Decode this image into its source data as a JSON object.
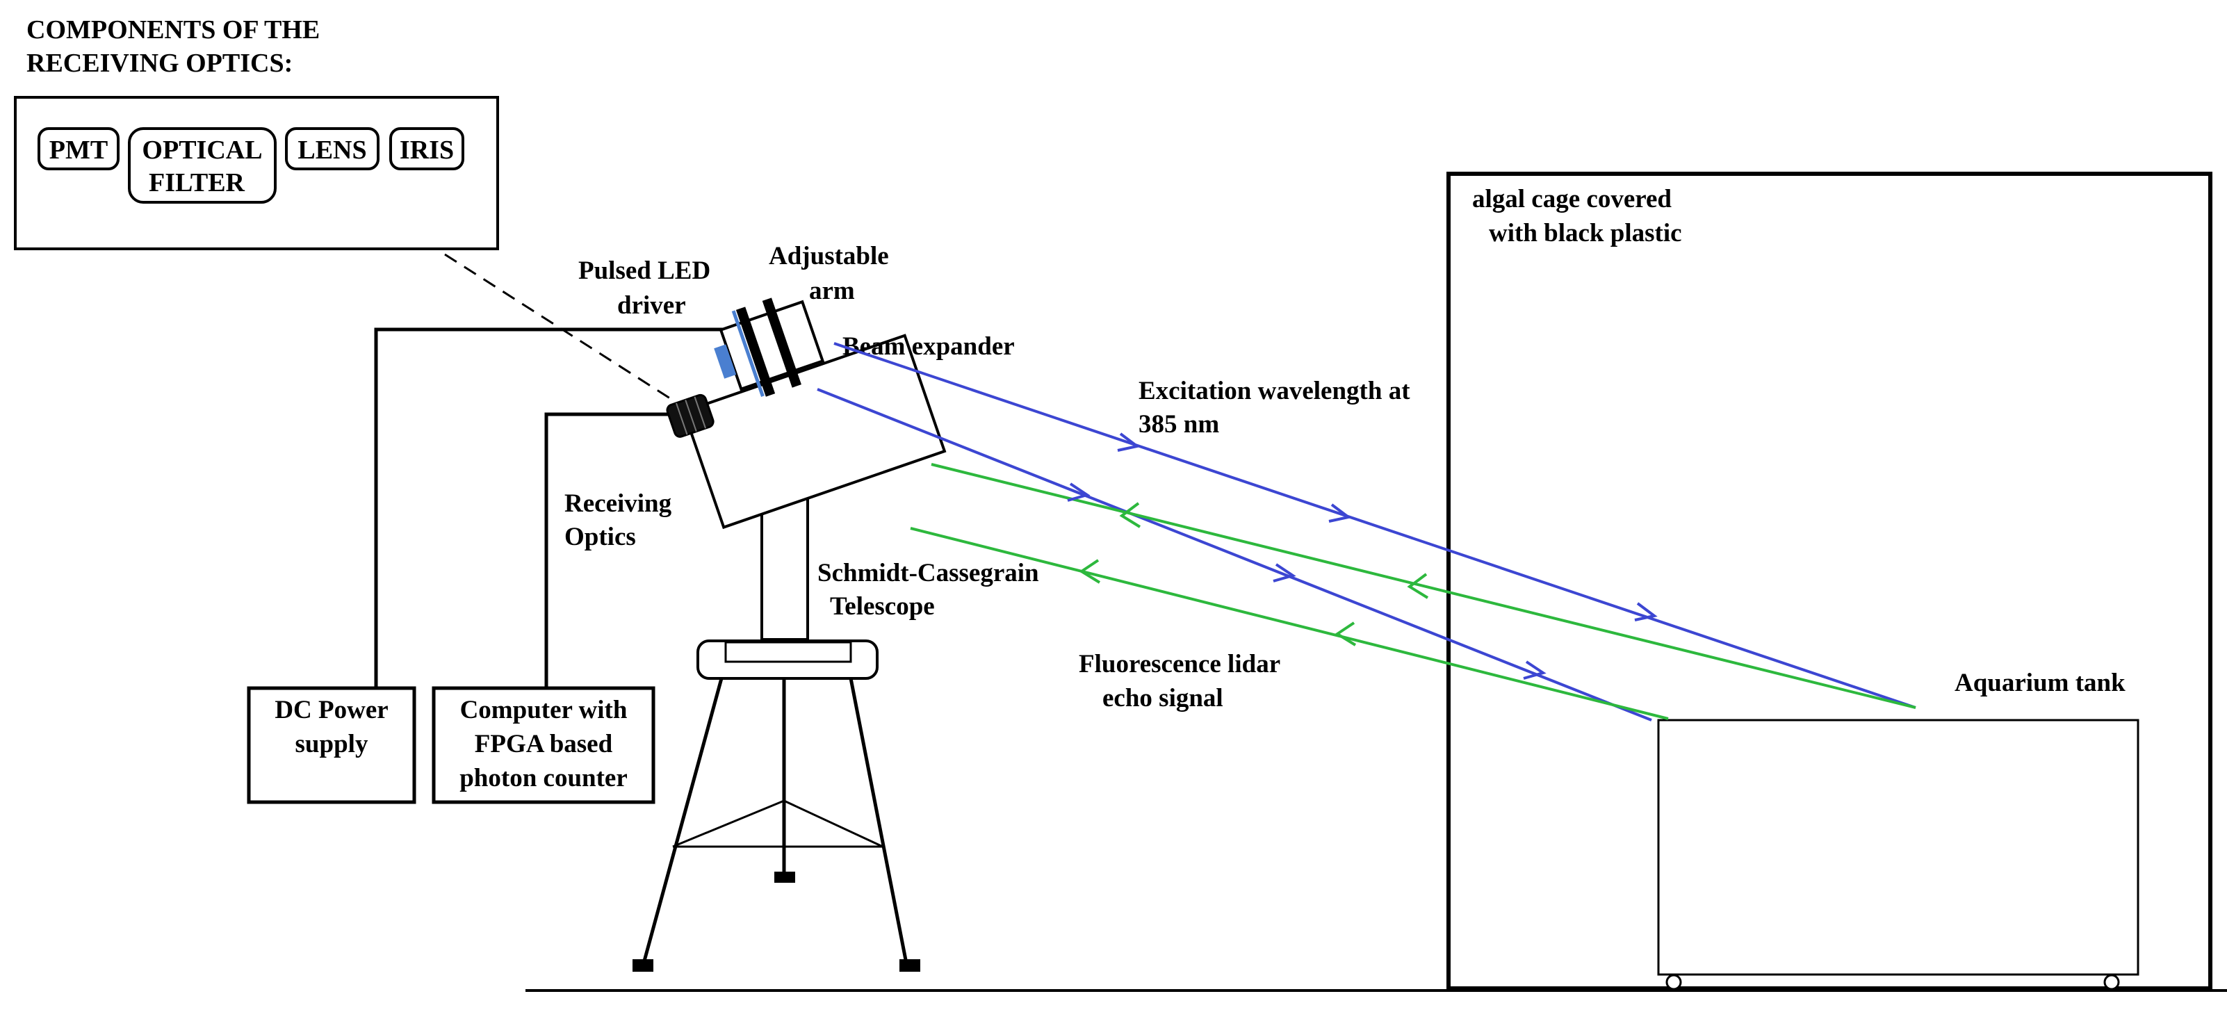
{
  "components_title": [
    "COMPONENTS OF THE",
    "RECEIVING OPTICS:"
  ],
  "components": {
    "pmt": "PMT",
    "optical_filter": [
      "OPTICAL",
      "FILTER"
    ],
    "lens": "LENS",
    "iris": "IRIS"
  },
  "labels": {
    "pulsed_led_driver": [
      "Pulsed LED",
      "driver"
    ],
    "adjustable_arm": [
      "Adjustable",
      "arm"
    ],
    "beam_expander": "Beam expander",
    "excitation": [
      "Excitation wavelength at",
      "385 nm"
    ],
    "receiving_optics": [
      "Receiving",
      "Optics"
    ],
    "telescope": [
      "Schmidt-Cassegrain",
      "Telescope"
    ],
    "fluorescence": [
      "Fluorescence lidar",
      "echo signal"
    ],
    "algal_cage": [
      "algal cage covered",
      "with black plastic"
    ],
    "aquarium_tank": "Aquarium tank"
  },
  "boxes": {
    "dc_power": [
      "DC Power",
      "supply"
    ],
    "computer": [
      "Computer with",
      "FPGA based",
      "photon counter"
    ]
  },
  "colors": {
    "excitation_beam": "#3c46d2",
    "echo_signal": "#2db83d",
    "led": "#4a7fd0",
    "outline": "#000000"
  }
}
